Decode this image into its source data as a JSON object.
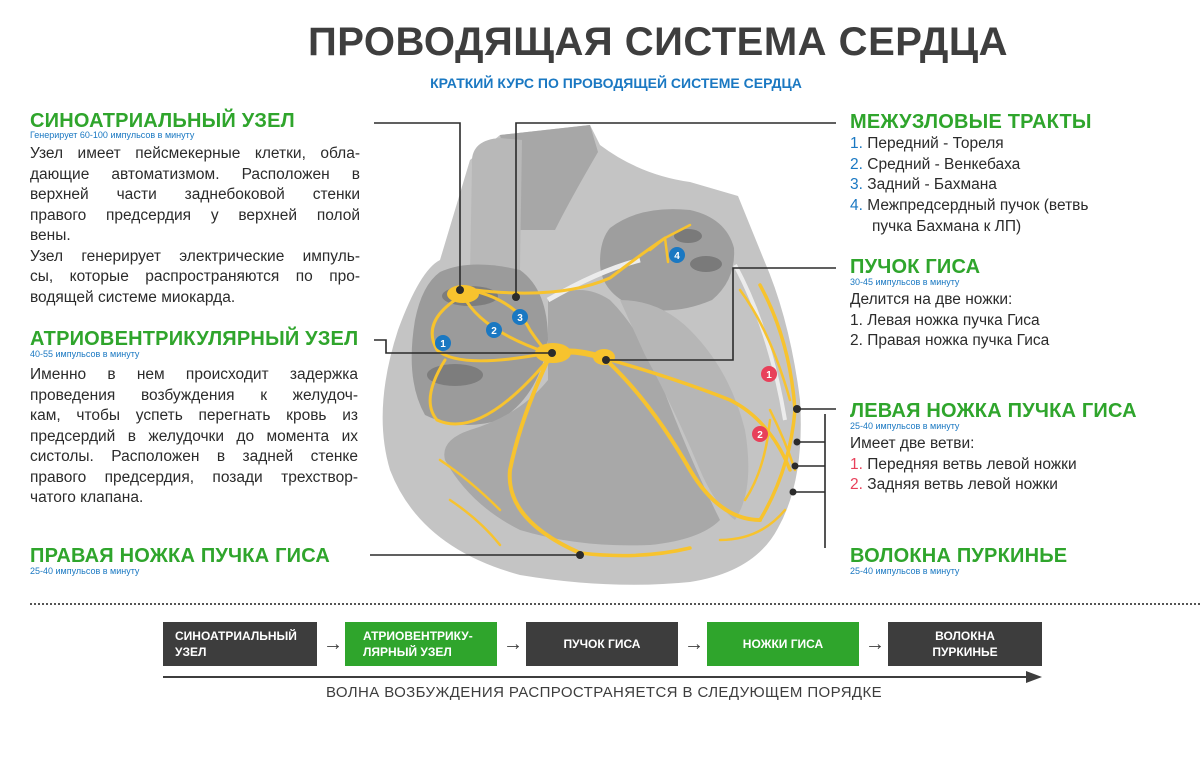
{
  "title": "ПРОВОДЯЩАЯ СИСТЕМА СЕРДЦА",
  "subtitle": "КРАТКИЙ КУРС ПО ПРОВОДЯЩЕЙ СИСТЕМЕ СЕРДЦА",
  "colors": {
    "green": "#2fa52c",
    "blue": "#1a78c2",
    "red": "#e8405a",
    "yellow": "#f7c32e",
    "dark": "#3d3d3d",
    "heart_gray": "#a3a3a3"
  },
  "sa_node": {
    "title": "СИНОАТРИАЛЬНЫЙ УЗЕЛ",
    "rate": "Генерирует 60-100 импульсов в минуту",
    "lines": [
      "Узел имеет пейсмекерные клетки, обла-",
      "дающие автоматизмом. Расположен в",
      "верхней части заднебоковой стенки",
      "правого предсердия у верхней полой",
      "вены.",
      "Узел генерирует электрические импуль-",
      "сы, которые распространяются по про-",
      "водящей системе  миокарда."
    ]
  },
  "av_node": {
    "title": "АТРИОВЕНТРИКУЛЯРНЫЙ УЗЕЛ",
    "rate": "40-55 импульсов в минуту",
    "lines": [
      "Именно в нем происходит задержка",
      "проведения возбуждения к желудоч-",
      "кам, чтобы успеть перегнать кровь из",
      "предсердий в желудочки до момента их",
      "систолы. Расположен в задней стенке",
      "правого предсердия, позади трехствор-",
      "чатого клапана."
    ]
  },
  "right_bundle": {
    "title": "ПРАВАЯ НОЖКА ПУЧКА ГИСА",
    "rate": "25-40 импульсов в минуту"
  },
  "internodal": {
    "title": "МЕЖУЗЛОВЫЕ ТРАКТЫ",
    "items": [
      {
        "num": "1.",
        "text": "Передний - Тореля"
      },
      {
        "num": "2.",
        "text": "Средний - Венкебаха"
      },
      {
        "num": "3.",
        "text": "Задний - Бахмана"
      },
      {
        "num": "4.",
        "text": "Межпредсердный пучок (ветвь"
      }
    ],
    "item4_cont": "пучка Бахмана к ЛП)"
  },
  "his_bundle": {
    "title": "ПУЧОК ГИСА",
    "rate": "30-45 импульсов в минуту",
    "intro": "Делится на две ножки:",
    "items": [
      "1. Левая ножка пучка Гиса",
      "2. Правая ножка пучка Гиса"
    ]
  },
  "left_bundle": {
    "title": "ЛЕВАЯ НОЖКА ПУЧКА ГИСА",
    "rate": "25-40 импульсов в минуту",
    "intro": "Имеет две ветви:",
    "items": [
      {
        "num": "1.",
        "text": "Передняя ветвь левой ножки"
      },
      {
        "num": "2.",
        "text": "Задняя ветвь левой ножки"
      }
    ]
  },
  "purkinje": {
    "title": "ВОЛОКНА ПУРКИНЬЕ",
    "rate": "25-40 импульсов в минуту"
  },
  "diagram_markers": {
    "blue": [
      "1",
      "2",
      "3",
      "4"
    ],
    "red": [
      "1",
      "2"
    ]
  },
  "flow": {
    "steps": [
      {
        "l1": "СИНОАТРИАЛЬНЫЙ",
        "l2": "УЗЕЛ",
        "color": "dark"
      },
      {
        "l1": "АТРИОВЕНТРИКУ-",
        "l2": "ЛЯРНЫЙ УЗЕЛ",
        "color": "green"
      },
      {
        "l1": "ПУЧОК ГИСА",
        "l2": "",
        "color": "dark"
      },
      {
        "l1": "НОЖКИ ГИСА",
        "l2": "",
        "color": "green"
      },
      {
        "l1": "ВОЛОКНА",
        "l2": "ПУРКИНЬЕ",
        "color": "dark"
      }
    ],
    "arrow": "→",
    "caption": "ВОЛНА ВОЗБУЖДЕНИЯ РАСПРОСТРАНЯЕТСЯ В СЛЕДУЮЩЕМ ПОРЯДКЕ"
  }
}
